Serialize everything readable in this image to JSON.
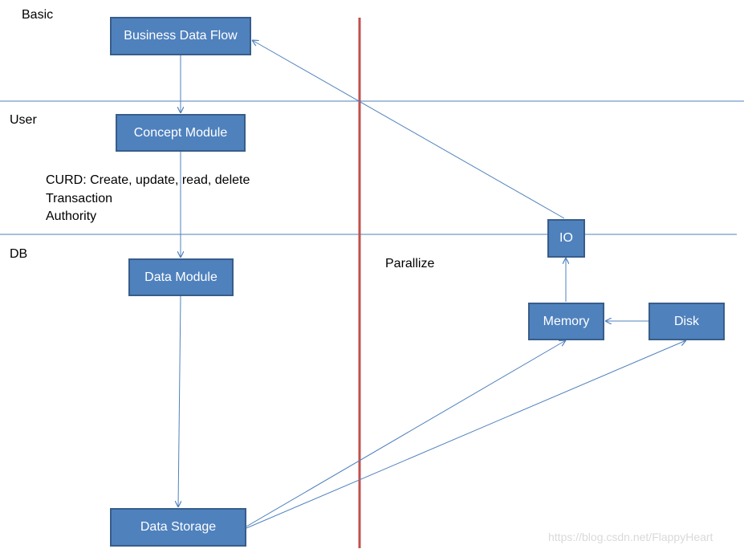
{
  "sections": {
    "basic": "Basic",
    "user": "User",
    "db": "DB"
  },
  "boxes": {
    "business_data_flow": "Business Data Flow",
    "concept_module": "Concept Module",
    "data_module": "Data Module",
    "data_storage": "Data Storage",
    "io": "IO",
    "memory": "Memory",
    "disk": "Disk"
  },
  "notes": {
    "curd": "CURD: Create, update, read, delete",
    "transaction": "Transaction",
    "authority": "Authority",
    "parallize": "Parallize"
  },
  "watermark": "https://blog.csdn.net/FlappyHeart",
  "colors": {
    "box_fill": "#4f81bd",
    "box_border": "#385d8a",
    "connector": "#4f81bd",
    "divider": "#c0504d"
  },
  "edges": [
    {
      "from": "Business Data Flow",
      "to": "Concept Module"
    },
    {
      "from": "Concept Module",
      "to": "Data Module"
    },
    {
      "from": "Data Module",
      "to": "Data Storage"
    },
    {
      "from": "Data Storage",
      "to": "Memory"
    },
    {
      "from": "Data Storage",
      "to": "Disk"
    },
    {
      "from": "Disk",
      "to": "Memory"
    },
    {
      "from": "Memory",
      "to": "IO"
    },
    {
      "from": "IO",
      "to": "Business Data Flow"
    }
  ]
}
